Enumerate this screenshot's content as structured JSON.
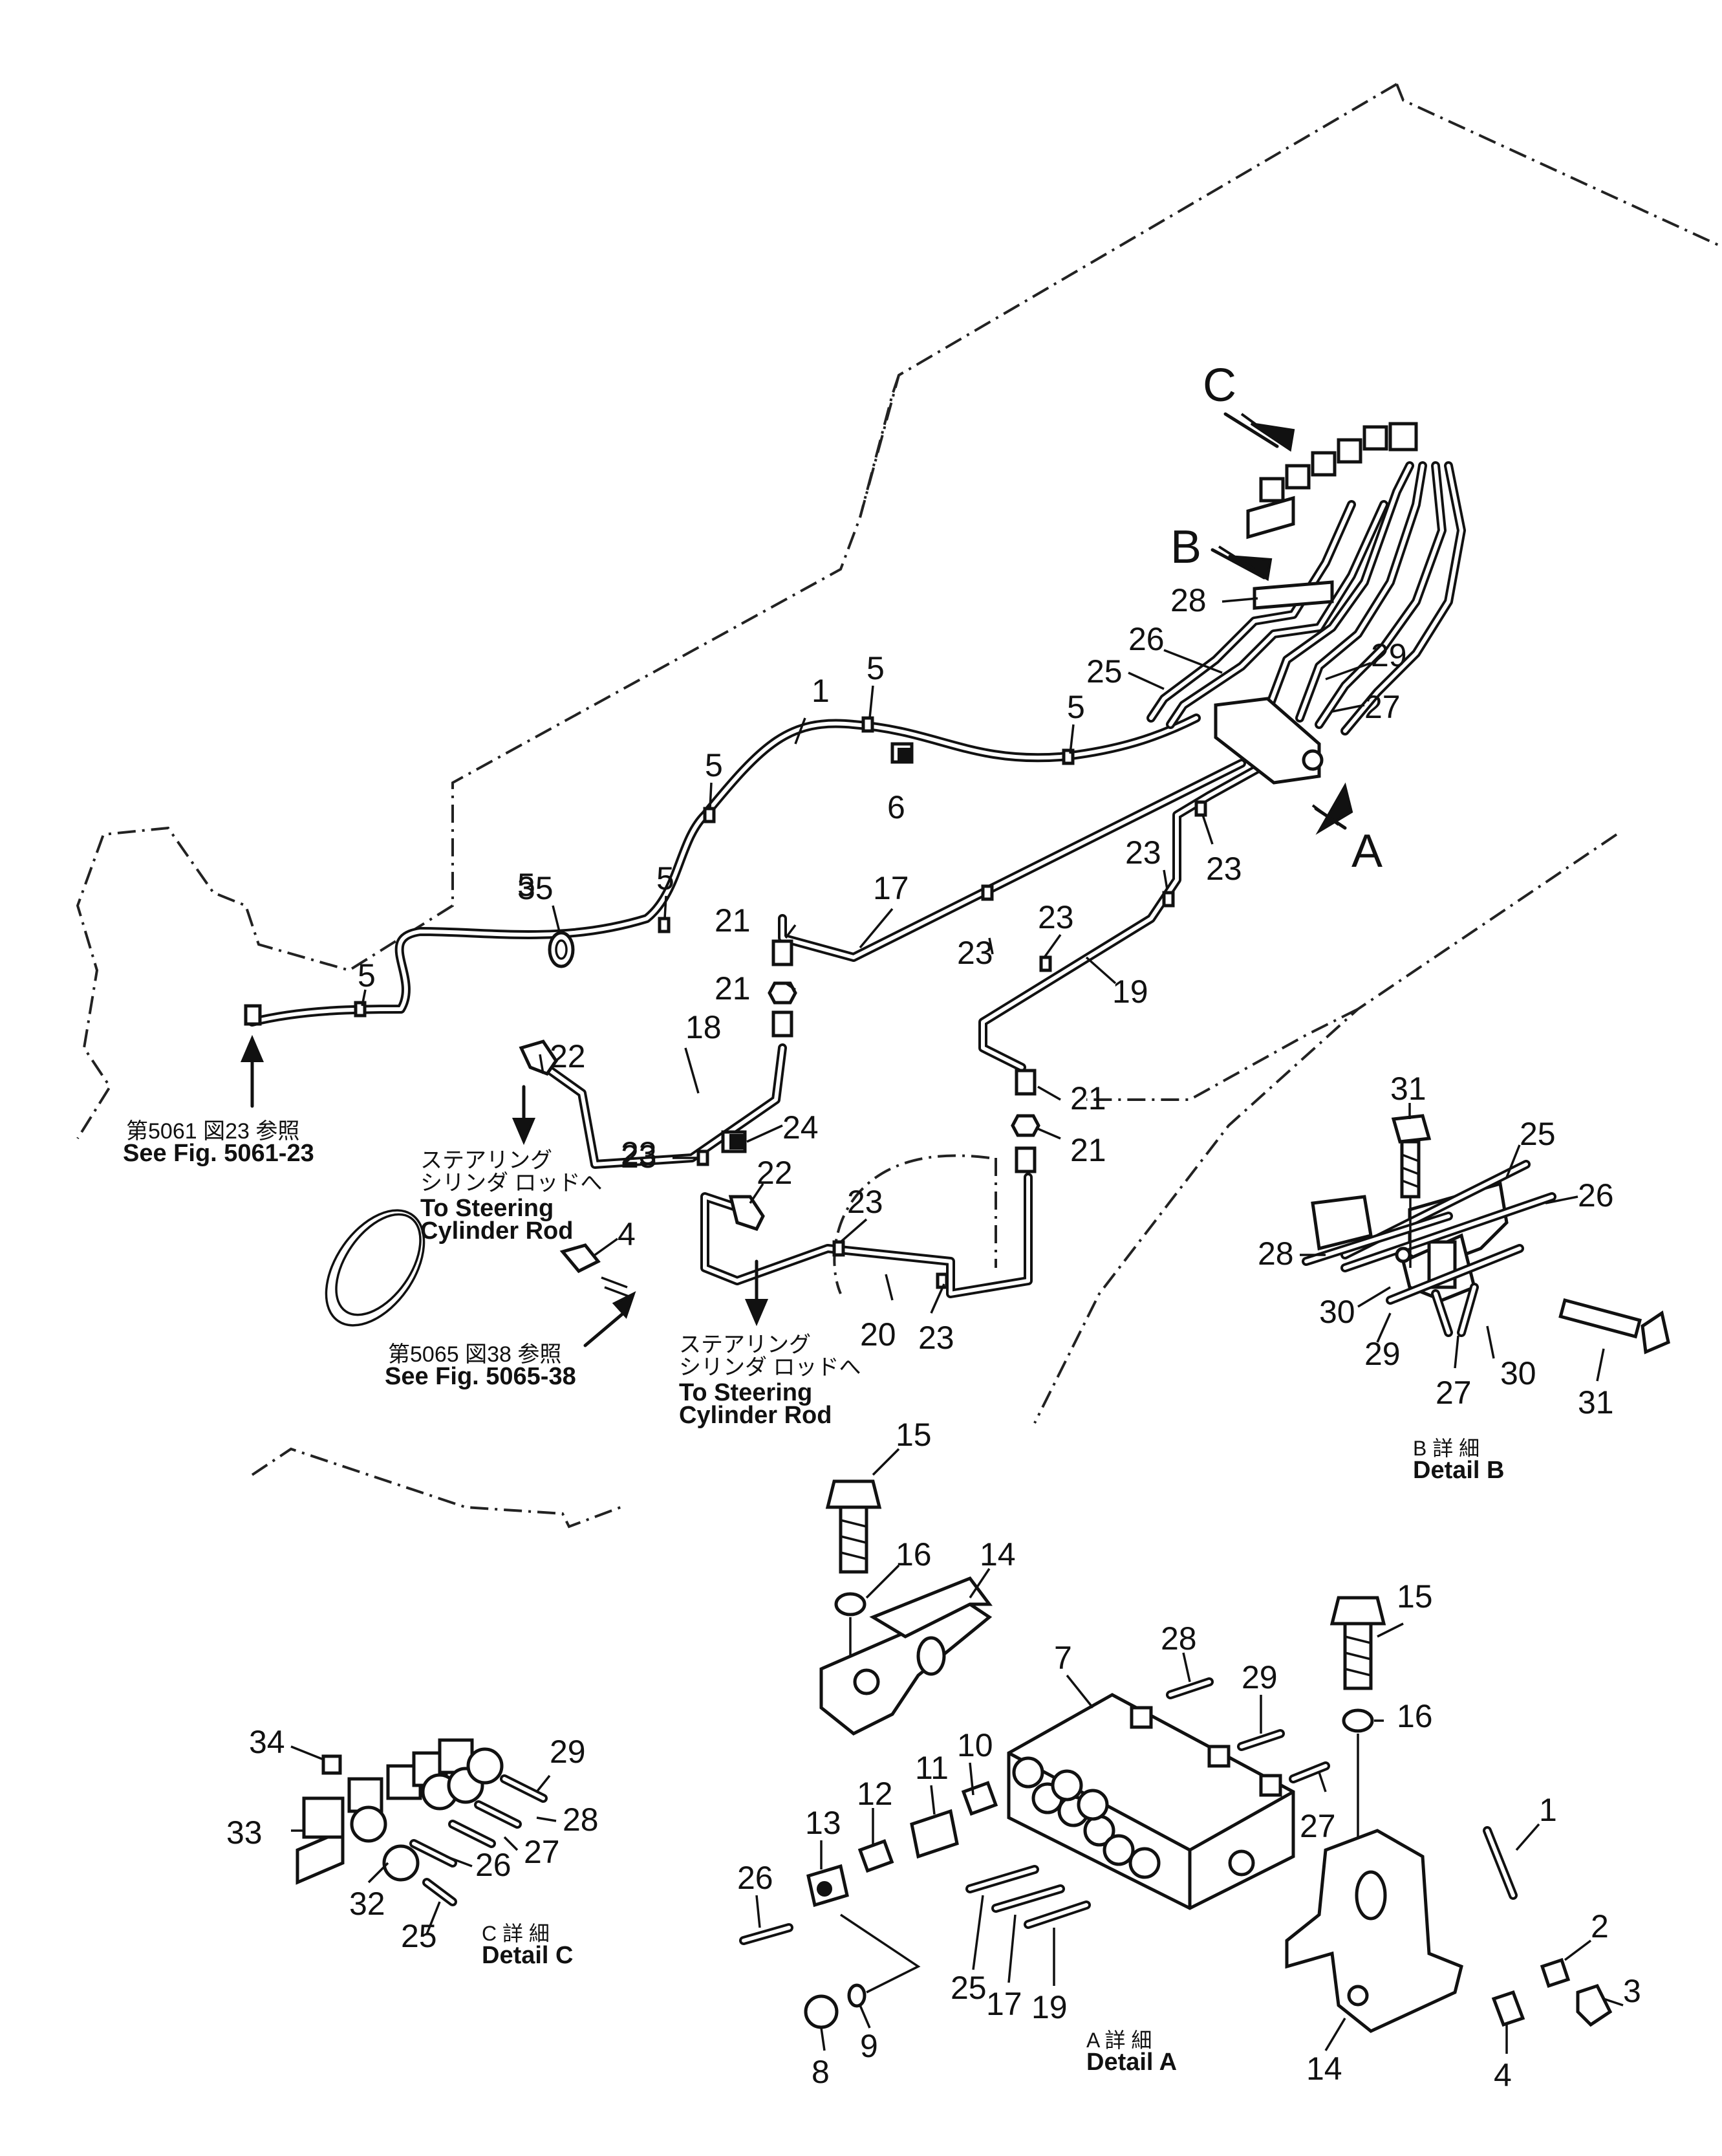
{
  "views": {
    "arrow_a": "A",
    "arrow_b": "B",
    "arrow_c": "C"
  },
  "notes": {
    "see_5061_jp": "第5061 図23 参照",
    "see_5061_en": "See Fig. 5061-23",
    "see_5065_jp": "第5065 図38 参照",
    "see_5065_en": "See Fig. 5065-38",
    "steer1_jp1": "ステアリング",
    "steer1_jp2": "シリンダ ロッドへ",
    "steer1_en1": "To Steering",
    "steer1_en2": "Cylinder Rod",
    "steer2_jp1": "ステアリング",
    "steer2_jp2": "シリンダ ロッドへ",
    "steer2_en1": "To Steering",
    "steer2_en2": "Cylinder Rod"
  },
  "details": {
    "a_jp": "A 詳 細",
    "a_en": "Detail A",
    "b_jp": "B 詳 細",
    "b_en": "Detail B",
    "c_jp": "C 詳 細",
    "c_en": "Detail C"
  },
  "callouts": [
    "1",
    "5",
    "5",
    "5",
    "5",
    "5",
    "5",
    "6",
    "35",
    "17",
    "19",
    "21",
    "21",
    "21",
    "21",
    "22",
    "22",
    "23",
    "23",
    "23",
    "23",
    "23",
    "23",
    "23",
    "23",
    "24",
    "18",
    "20",
    "4",
    "28",
    "26",
    "25",
    "29",
    "27",
    "31",
    "25",
    "26",
    "28",
    "30",
    "29",
    "27",
    "30",
    "31",
    "15",
    "16",
    "14",
    "7",
    "28",
    "29",
    "27",
    "15",
    "16",
    "14",
    "10",
    "11",
    "12",
    "13",
    "26",
    "25",
    "17",
    "19",
    "8",
    "9",
    "1",
    "2",
    "3",
    "4",
    "34",
    "29",
    "33",
    "28",
    "27",
    "26",
    "32",
    "25"
  ]
}
